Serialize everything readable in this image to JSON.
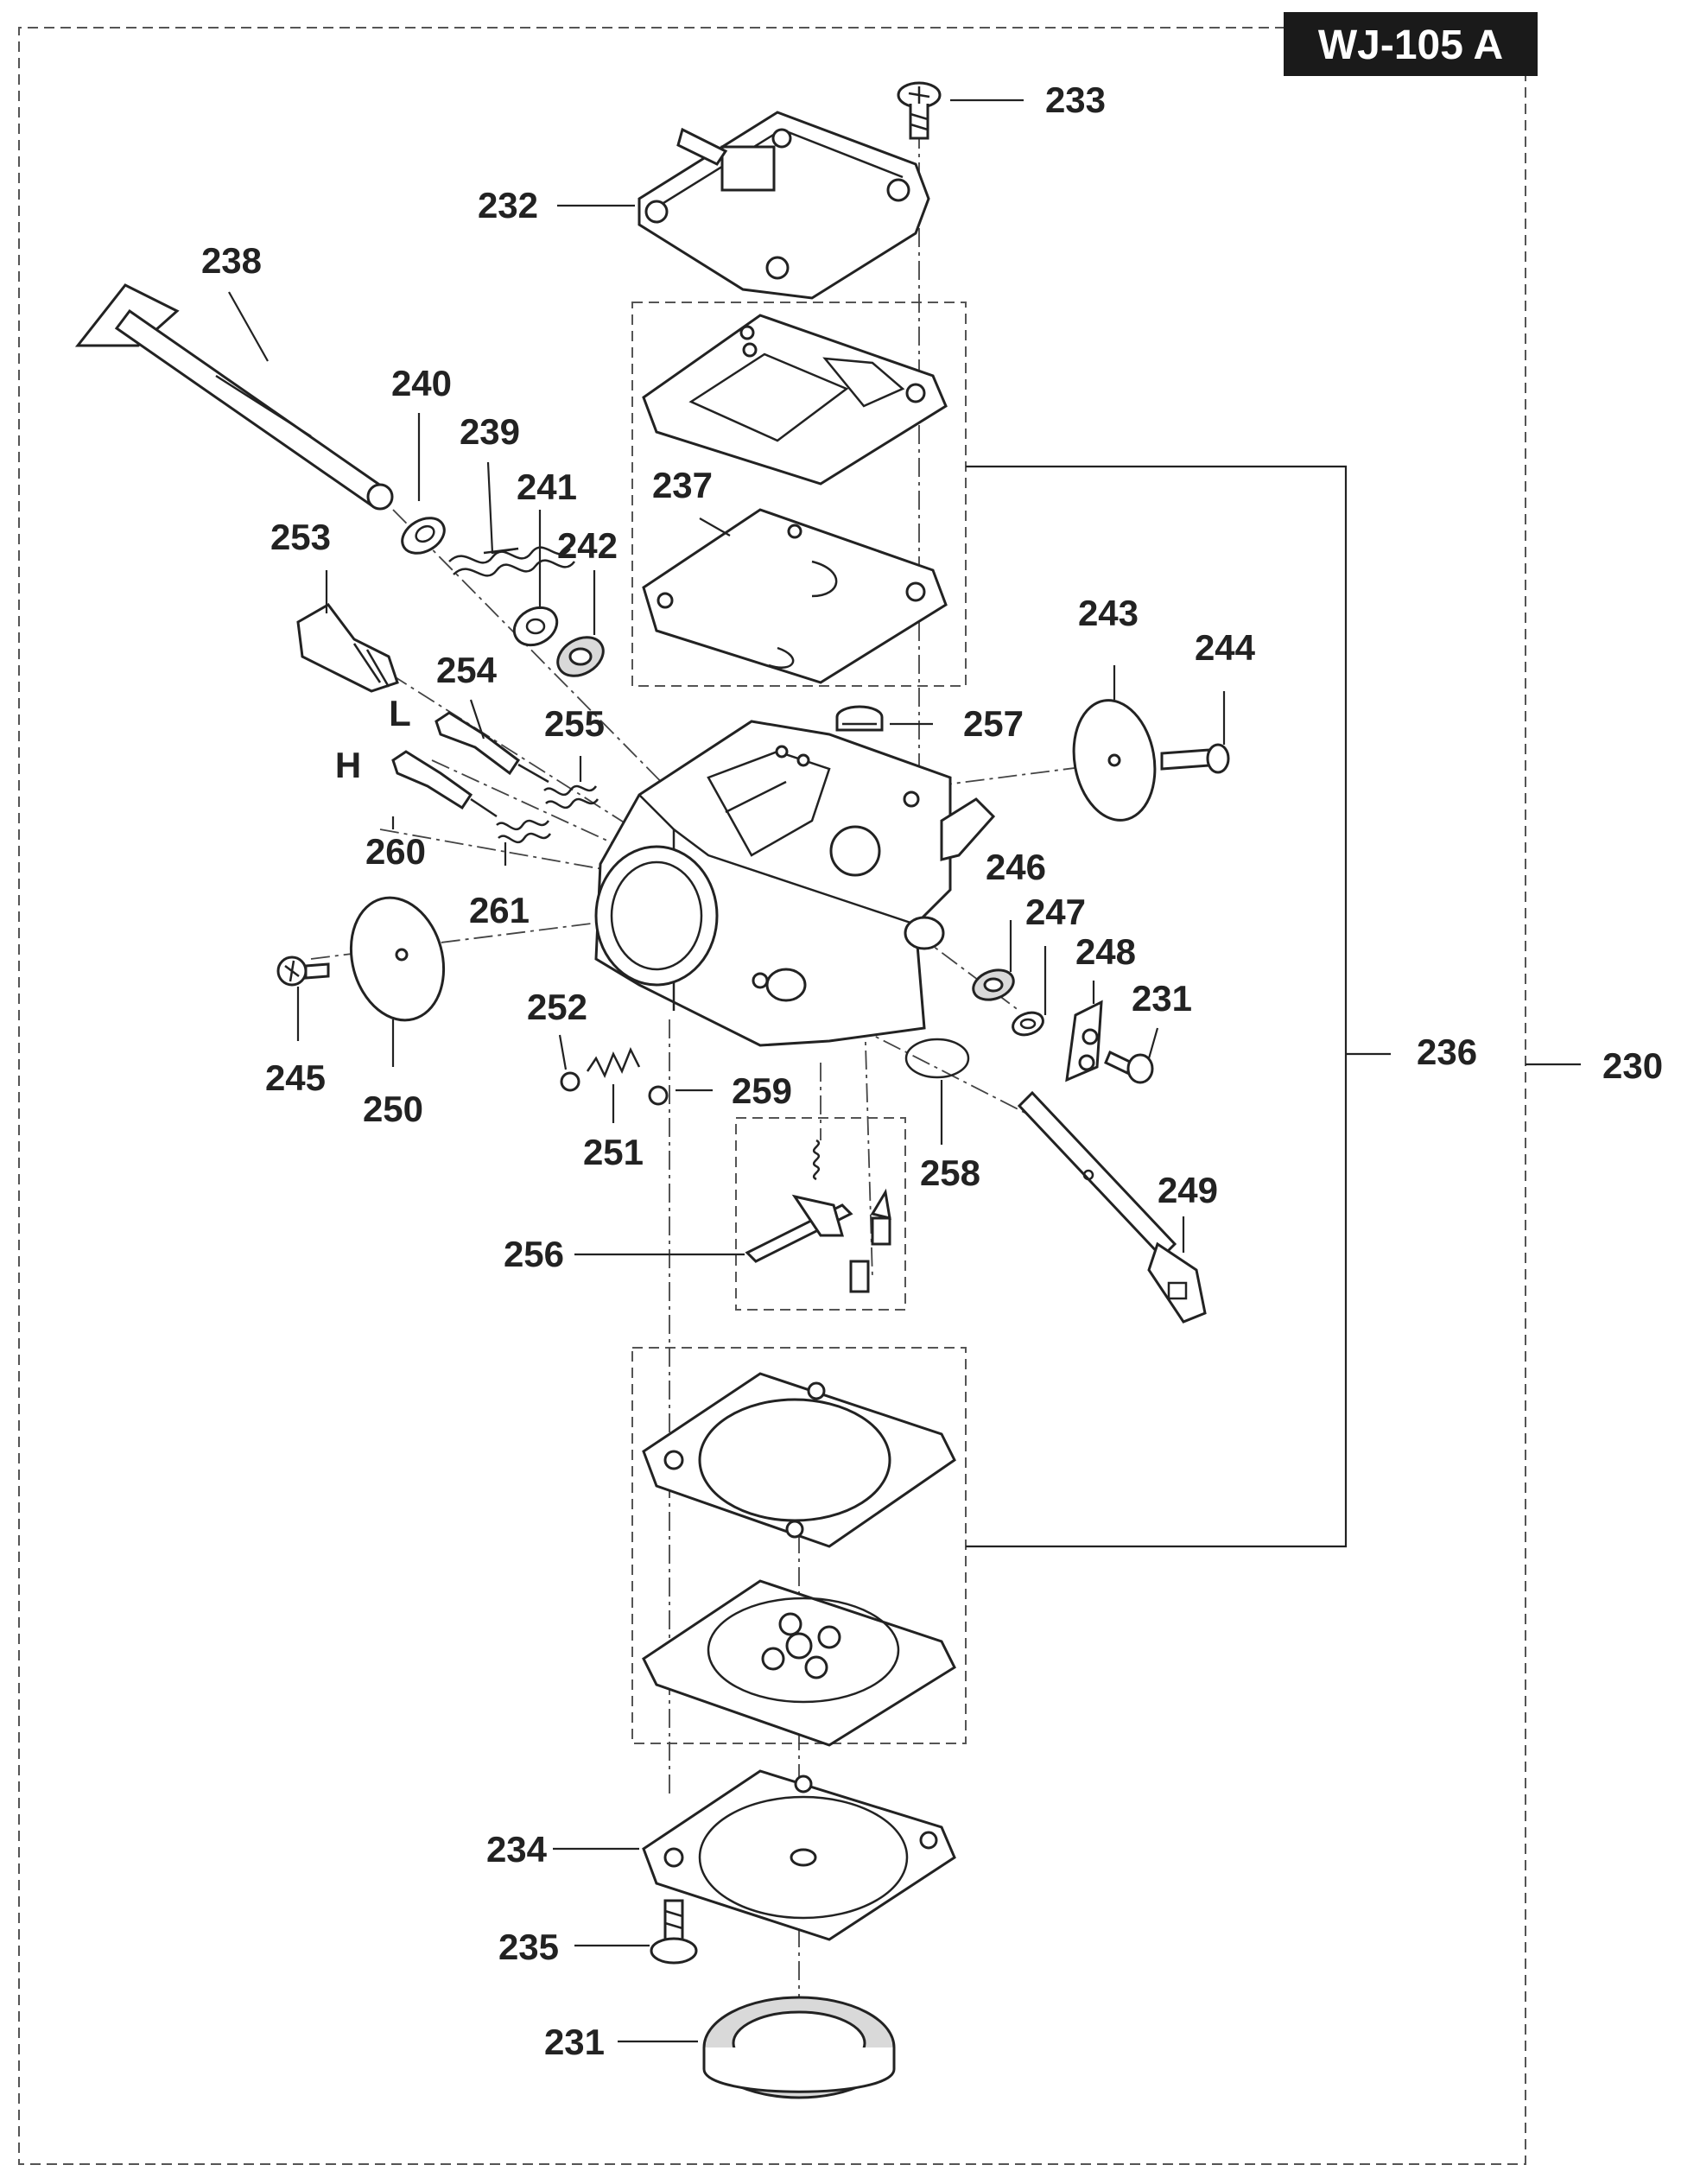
{
  "model": "WJ-105 A",
  "letters": {
    "low": "L",
    "high": "H"
  },
  "callouts": {
    "c230": "230",
    "c231a": "231",
    "c231b": "231",
    "c232": "232",
    "c233": "233",
    "c234": "234",
    "c235": "235",
    "c236": "236",
    "c237": "237",
    "c238": "238",
    "c239": "239",
    "c240": "240",
    "c241": "241",
    "c242": "242",
    "c243": "243",
    "c244": "244",
    "c245": "245",
    "c246": "246",
    "c247": "247",
    "c248": "248",
    "c249": "249",
    "c250": "250",
    "c251": "251",
    "c252": "252",
    "c253": "253",
    "c254": "254",
    "c255": "255",
    "c256": "256",
    "c257": "257",
    "c258": "258",
    "c259": "259",
    "c260": "260",
    "c261": "261"
  }
}
